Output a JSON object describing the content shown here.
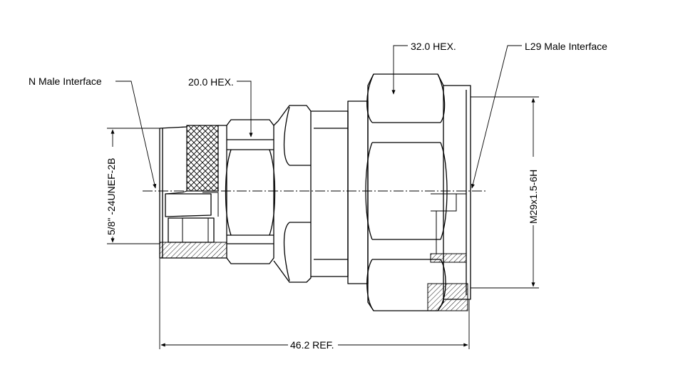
{
  "labels": {
    "n_male_interface": "N Male Interface",
    "hex_20": "20.0 HEX.",
    "hex_32": "32.0 HEX.",
    "l29_male_interface": "L29 Male Interface",
    "thread_n": "5/8\" -24UNEF-2B",
    "thread_l29": "M29x1.5-6H",
    "overall_length": "46.2 REF."
  },
  "colors": {
    "line": "#000000",
    "background": "#ffffff"
  }
}
